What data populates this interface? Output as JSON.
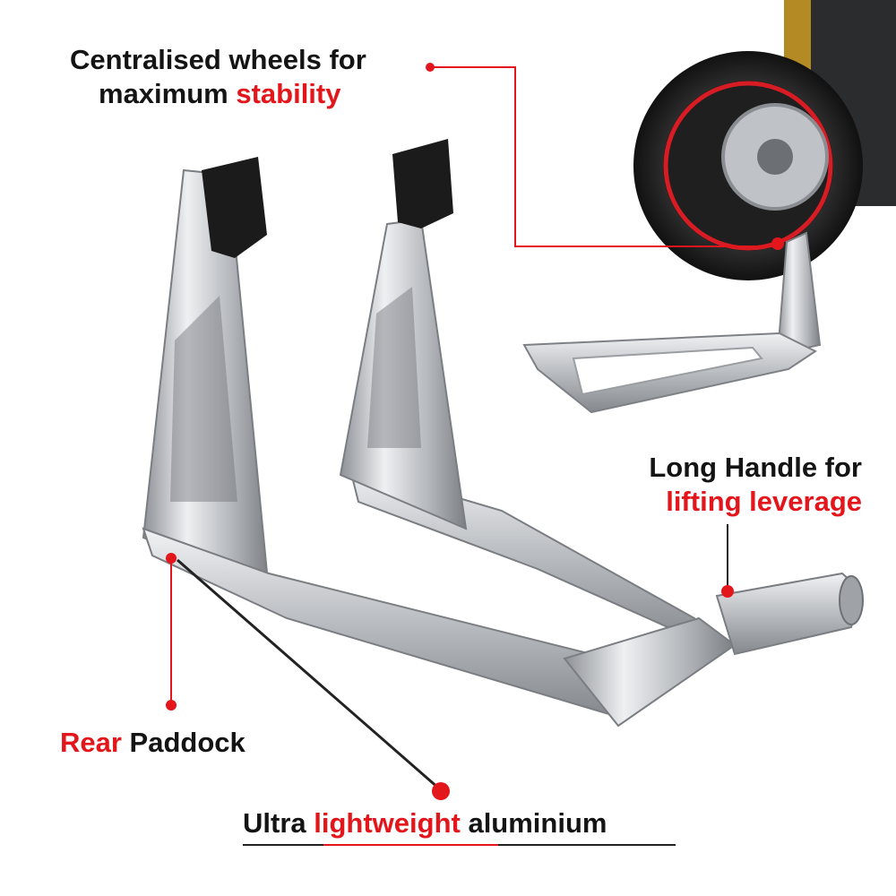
{
  "callouts": {
    "stability": {
      "line1": "Centralised wheels for",
      "line2_prefix": "maximum ",
      "line2_highlight": "stability"
    },
    "handle": {
      "line1": "Long Handle for",
      "line2_highlight": "lifting leverage"
    },
    "paddock": {
      "highlight": "Rear",
      "rest": " Paddock"
    },
    "aluminium": {
      "prefix": "Ultra ",
      "highlight": "lightweight",
      "suffix": " aluminium"
    }
  },
  "colors": {
    "accent_red": "#e3161b",
    "text_dark": "#141414",
    "metal_silver": "#c9ccd0",
    "rubber_black": "#1b1b1b"
  }
}
